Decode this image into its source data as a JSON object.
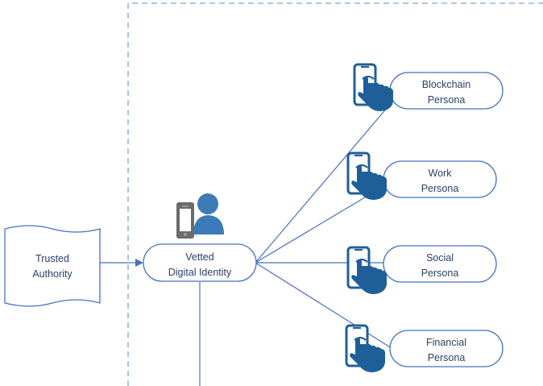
{
  "colors": {
    "node_fill": "#ffffff",
    "node_stroke": "#4472c4",
    "connector": "#4a70c0",
    "boundary": "#7aa3d6",
    "icon_dark": "#1f5f99",
    "icon_gray": "#6b6b6b",
    "icon_blue": "#3d7ab8",
    "text": "#2a3f66"
  },
  "trusted_authority": {
    "line1": "Trusted",
    "line2": "Authority"
  },
  "vetted_identity": {
    "line1": "Vetted",
    "line2": "Digital Identity",
    "icon": "phone-user-icon"
  },
  "personas": [
    {
      "line1": "Blockchain",
      "line2": "Persona",
      "icon": "mobile-touch-icon"
    },
    {
      "line1": "Work",
      "line2": "Persona",
      "icon": "mobile-touch-icon"
    },
    {
      "line1": "Social",
      "line2": "Persona",
      "icon": "mobile-touch-icon"
    },
    {
      "line1": "Financial",
      "line2": "Persona",
      "icon": "mobile-touch-icon"
    }
  ]
}
